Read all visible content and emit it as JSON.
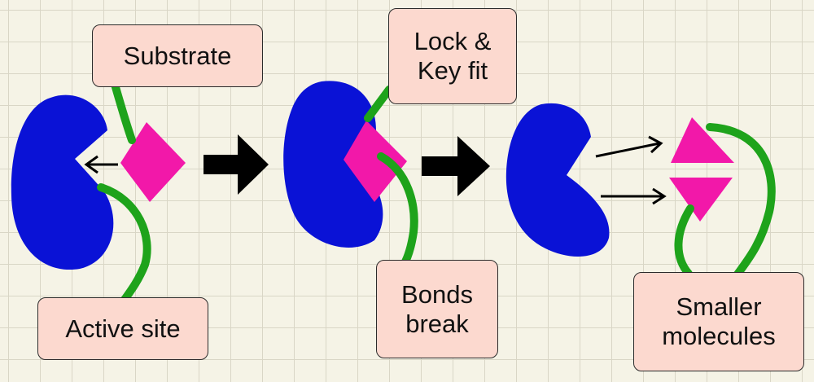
{
  "labels": {
    "substrate": "Substrate",
    "active_site": "Active site",
    "lock_key": "Lock &\nKey fit",
    "bonds_break": "Bonds\nbreak",
    "smaller_molecules": "Smaller\nmolecules"
  },
  "colors": {
    "enzyme": "#0a12d6",
    "substrate": "#f218a9",
    "pointer_line": "#1ea31b",
    "arrow": "#000000",
    "label_fill": "#fcd9cf"
  }
}
